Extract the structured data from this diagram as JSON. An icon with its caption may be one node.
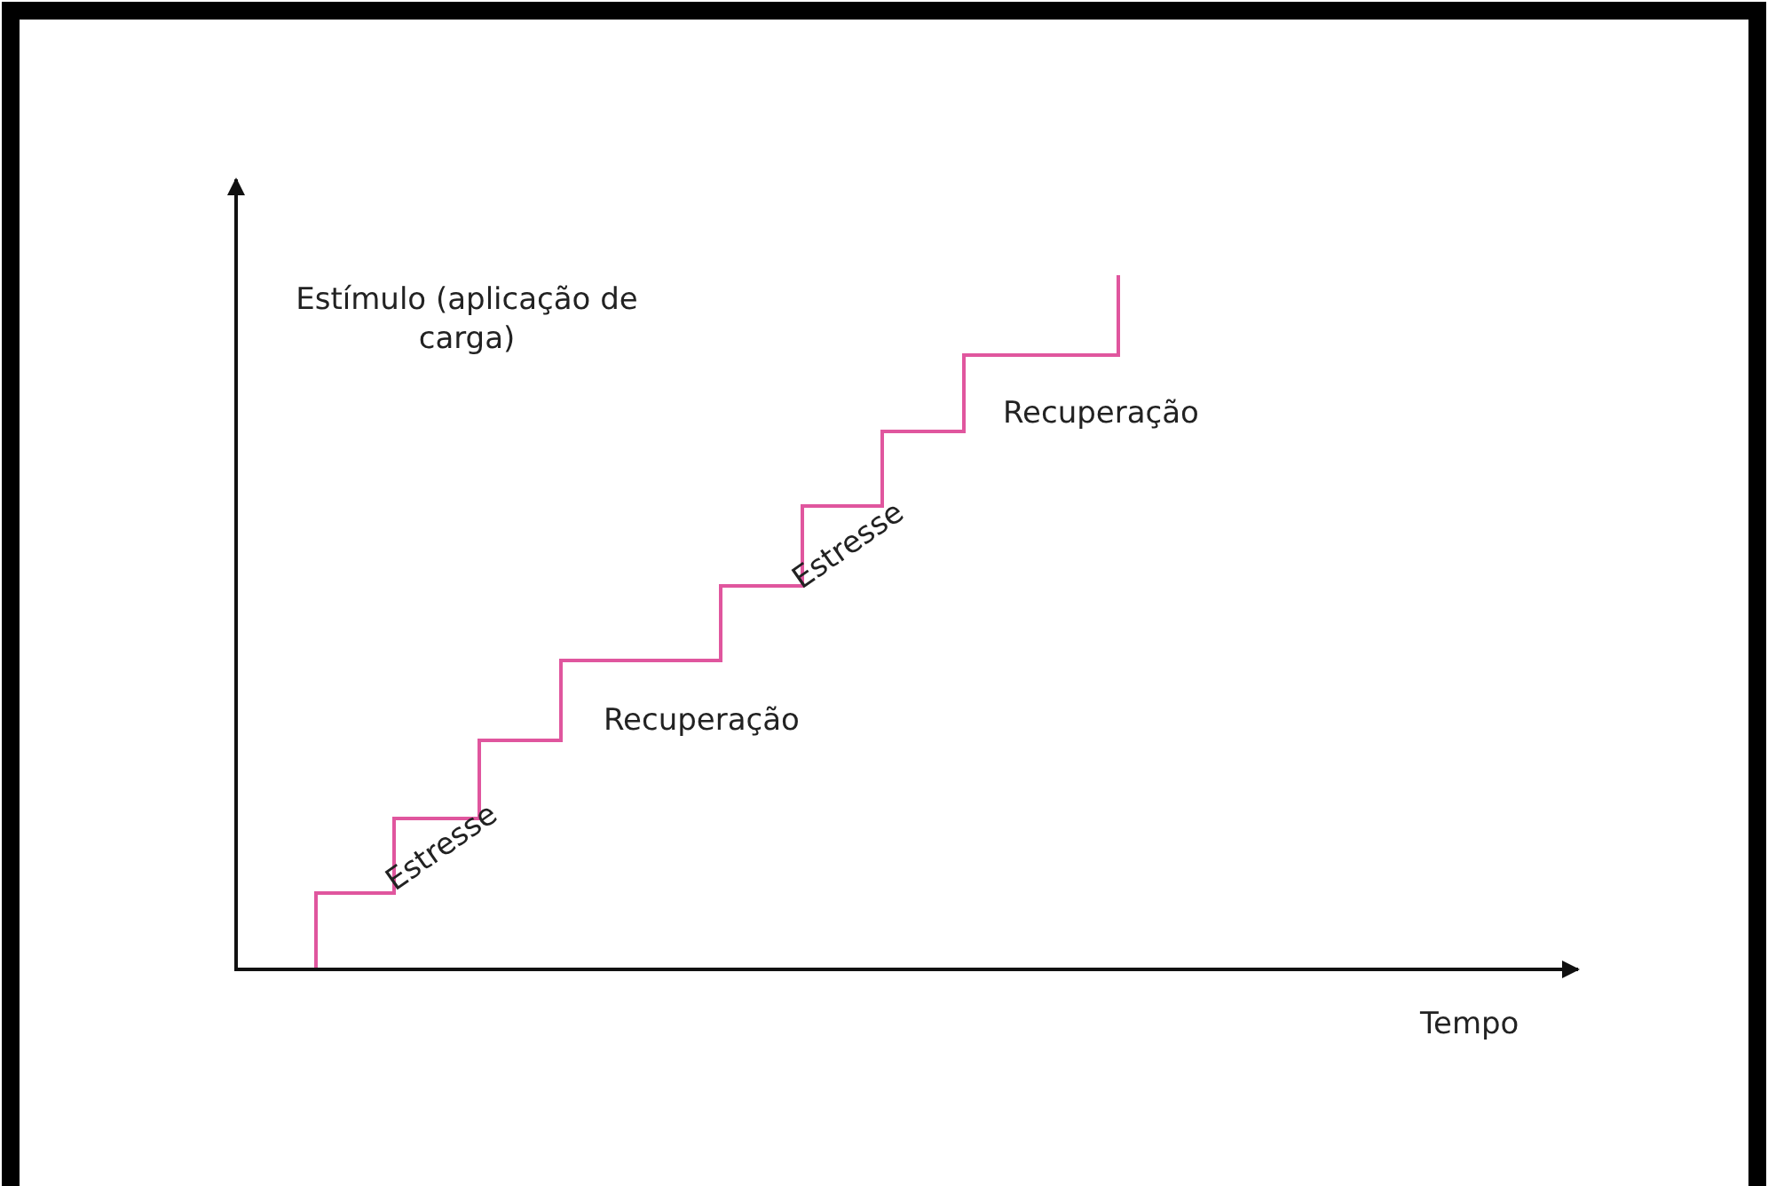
{
  "diagram": {
    "labels": [
      "Estímulo (aplicação de carga)",
      "Recuperação",
      "Estresse",
      "Recuperação",
      "Estresse",
      "Tempo"
    ]
  }
}
